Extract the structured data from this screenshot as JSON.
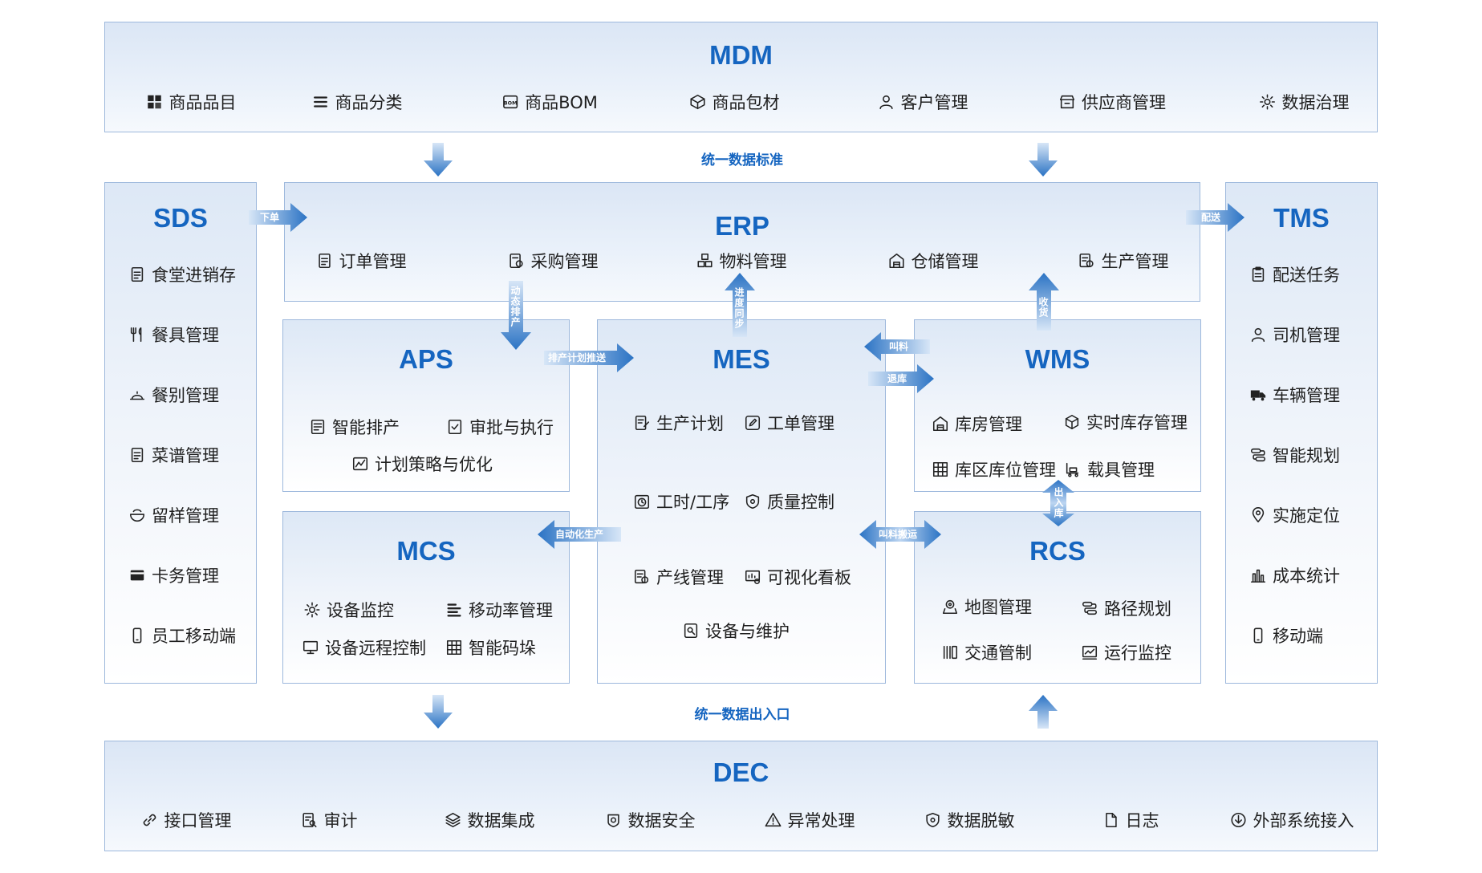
{
  "mdm": {
    "title": "MDM",
    "items": [
      {
        "label": "商品品目",
        "icon": "grid-icon"
      },
      {
        "label": "商品分类",
        "icon": "list-icon"
      },
      {
        "label": "商品BOM",
        "icon": "bom-icon"
      },
      {
        "label": "商品包材",
        "icon": "package-icon"
      },
      {
        "label": "客户管理",
        "icon": "user-icon"
      },
      {
        "label": "供应商管理",
        "icon": "store-icon"
      },
      {
        "label": "数据治理",
        "icon": "gear-icon"
      }
    ]
  },
  "top_label": "统一数据标准",
  "bottom_label": "统一数据出入口",
  "sds": {
    "title": "SDS",
    "items": [
      {
        "label": "食堂进销存",
        "icon": "document-icon"
      },
      {
        "label": "餐具管理",
        "icon": "utensils-icon"
      },
      {
        "label": "餐别管理",
        "icon": "dish-icon"
      },
      {
        "label": "菜谱管理",
        "icon": "document-icon"
      },
      {
        "label": "留样管理",
        "icon": "bowl-icon"
      },
      {
        "label": "卡务管理",
        "icon": "card-icon"
      },
      {
        "label": "员工移动端",
        "icon": "mobile-icon"
      }
    ]
  },
  "tms": {
    "title": "TMS",
    "items": [
      {
        "label": "配送任务",
        "icon": "clipboard-icon"
      },
      {
        "label": "司机管理",
        "icon": "user-icon"
      },
      {
        "label": "车辆管理",
        "icon": "truck-icon"
      },
      {
        "label": "智能规划",
        "icon": "route-icon"
      },
      {
        "label": "实施定位",
        "icon": "location-icon"
      },
      {
        "label": "成本统计",
        "icon": "bar-chart-icon"
      },
      {
        "label": "移动端",
        "icon": "mobile-icon"
      }
    ]
  },
  "erp": {
    "title": "ERP",
    "items": [
      {
        "label": "订单管理",
        "icon": "document-icon"
      },
      {
        "label": "采购管理",
        "icon": "purchase-icon"
      },
      {
        "label": "物料管理",
        "icon": "boxes-icon"
      },
      {
        "label": "仓储管理",
        "icon": "warehouse-icon"
      },
      {
        "label": "生产管理",
        "icon": "production-icon"
      }
    ]
  },
  "aps": {
    "title": "APS",
    "items": [
      {
        "label": "智能排产",
        "icon": "schedule-icon"
      },
      {
        "label": "审批与执行",
        "icon": "check-icon"
      },
      {
        "label": "计划策略与优化",
        "icon": "chart-line-icon"
      }
    ]
  },
  "mes": {
    "title": "MES",
    "items": [
      {
        "label": "生产计划",
        "icon": "edit-doc-icon"
      },
      {
        "label": "工单管理",
        "icon": "pen-icon"
      },
      {
        "label": "工时/工序",
        "icon": "clock-icon"
      },
      {
        "label": "质量控制",
        "icon": "shield-icon"
      },
      {
        "label": "产线管理",
        "icon": "production-icon"
      },
      {
        "label": "可视化看板",
        "icon": "monitor-icon"
      },
      {
        "label": "设备与维护",
        "icon": "device-icon"
      }
    ]
  },
  "wms": {
    "title": "WMS",
    "items": [
      {
        "label": "库房管理",
        "icon": "warehouse-icon"
      },
      {
        "label": "实时库存管理",
        "icon": "cube-icon"
      },
      {
        "label": "库区库位管理",
        "icon": "grid-outline-icon"
      },
      {
        "label": "载具管理",
        "icon": "cart-icon"
      }
    ]
  },
  "mcs": {
    "title": "MCS",
    "items": [
      {
        "label": "设备监控",
        "icon": "gear-icon"
      },
      {
        "label": "移动率管理",
        "icon": "bars-icon"
      },
      {
        "label": "设备远程控制",
        "icon": "screen-icon"
      },
      {
        "label": "智能码垛",
        "icon": "grid-outline-icon"
      }
    ]
  },
  "rcs": {
    "title": "RCS",
    "items": [
      {
        "label": "地图管理",
        "icon": "map-icon"
      },
      {
        "label": "路径规划",
        "icon": "route-icon"
      },
      {
        "label": "交通管制",
        "icon": "traffic-icon"
      },
      {
        "label": "运行监控",
        "icon": "monitor-chart-icon"
      }
    ]
  },
  "dec": {
    "title": "DEC",
    "items": [
      {
        "label": "接口管理",
        "icon": "link-icon"
      },
      {
        "label": "审计",
        "icon": "audit-icon"
      },
      {
        "label": "数据集成",
        "icon": "layers-icon"
      },
      {
        "label": "数据安全",
        "icon": "safe-icon"
      },
      {
        "label": "异常处理",
        "icon": "warning-icon"
      },
      {
        "label": "数据脱敏",
        "icon": "shield-icon"
      },
      {
        "label": "日志",
        "icon": "file-icon"
      },
      {
        "label": "外部系统接入",
        "icon": "import-icon"
      }
    ]
  },
  "flows": {
    "sds_to_erp": "下单",
    "erp_to_tms": "配送",
    "erp_to_aps": "动态排产",
    "mes_to_erp": "进度同步",
    "wms_to_erp": "收货",
    "aps_to_mes": "排产计划推送",
    "wms_to_mes": "叫料",
    "mes_to_wms": "退库",
    "mes_to_mcs": "自动化生产",
    "mes_rcs": "叫料搬运",
    "wms_rcs": "出入库"
  }
}
